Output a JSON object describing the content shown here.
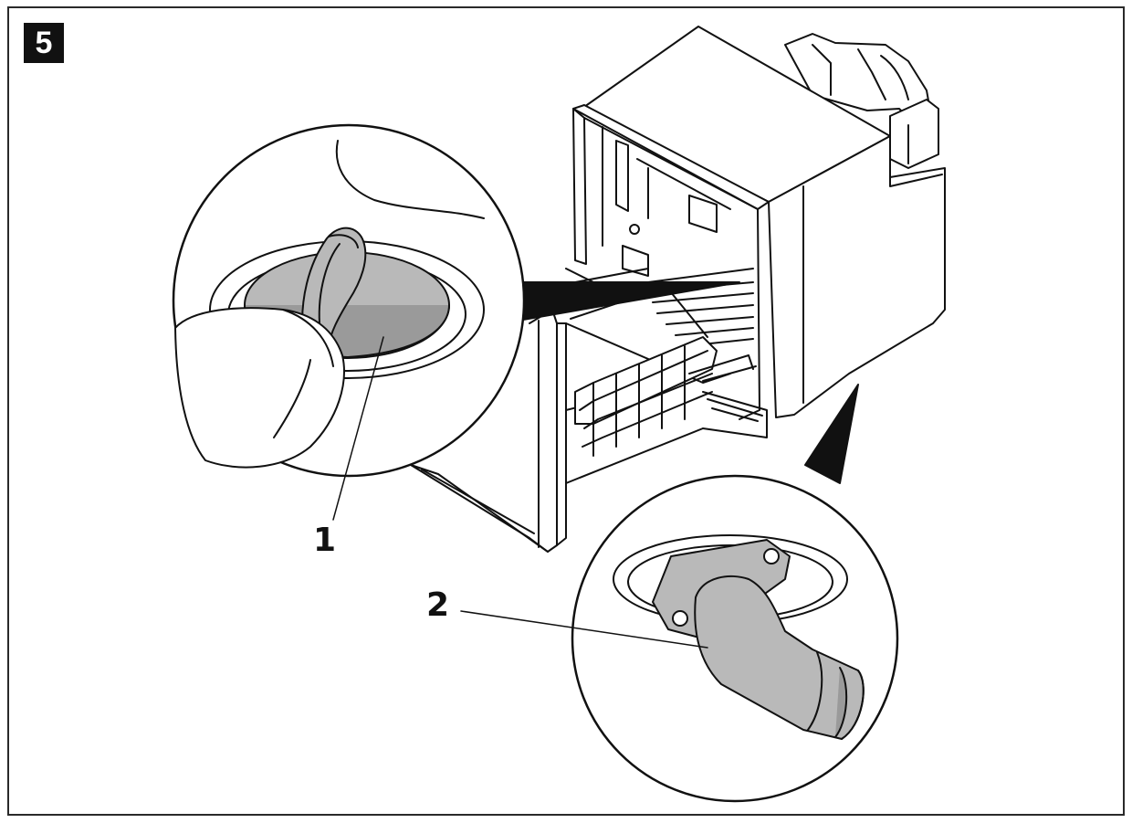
{
  "figure": {
    "step_number": "5",
    "callouts": [
      {
        "number": "1",
        "part": "drain-plug"
      },
      {
        "number": "2",
        "part": "drain-outlet"
      }
    ]
  },
  "colors": {
    "ink": "#111111",
    "part_fill": "#b9b9b9",
    "part_fill_dark": "#9a9a9a",
    "paper": "#ffffff"
  }
}
